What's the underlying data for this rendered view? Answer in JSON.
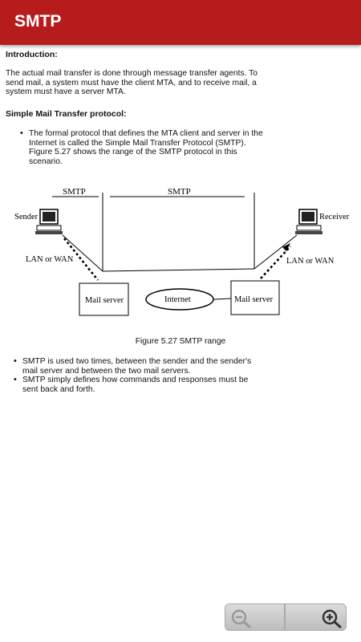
{
  "appbar": {
    "title": "SMTP"
  },
  "intro": {
    "heading": "Introduction:",
    "lines": [
      "The actual mail transfer is done through message transfer agents. To",
      "send mail, a system must have the client MTA, and to receive mail, a",
      "system must have a server MTA."
    ]
  },
  "smtp_section": {
    "heading": "Simple Mail Transfer protocol:",
    "bullets": [
      {
        "lines": [
          "The formal protocol that defines the MTA client and server in the",
          "Internet is called the Simple Mail Transfer Protocol (SMTP).",
          " Figure 5.27 shows the range of the SMTP protocol in this",
          "scenario."
        ]
      }
    ]
  },
  "figure": {
    "smtp_left": "SMTP",
    "smtp_center": "SMTP",
    "sender": "Sender",
    "receiver": "Receiver",
    "lan_left": "LAN or WAN",
    "lan_right": "LAN or WAN",
    "mail_server_left": "Mail server",
    "mail_server_right": "Mail server",
    "internet": "Internet",
    "caption": "Figure 5.27 SMTP range"
  },
  "notes": {
    "bullets": [
      {
        "lines": [
          "SMTP is used two times, between the sender and the sender's",
          "mail server and between the two mail servers."
        ]
      },
      {
        "lines": [
          "SMTP simply defines how commands and responses must be",
          "sent back and forth."
        ]
      }
    ]
  },
  "zoom": {
    "out_icon": "zoom-out-icon",
    "in_icon": "zoom-in-icon"
  }
}
